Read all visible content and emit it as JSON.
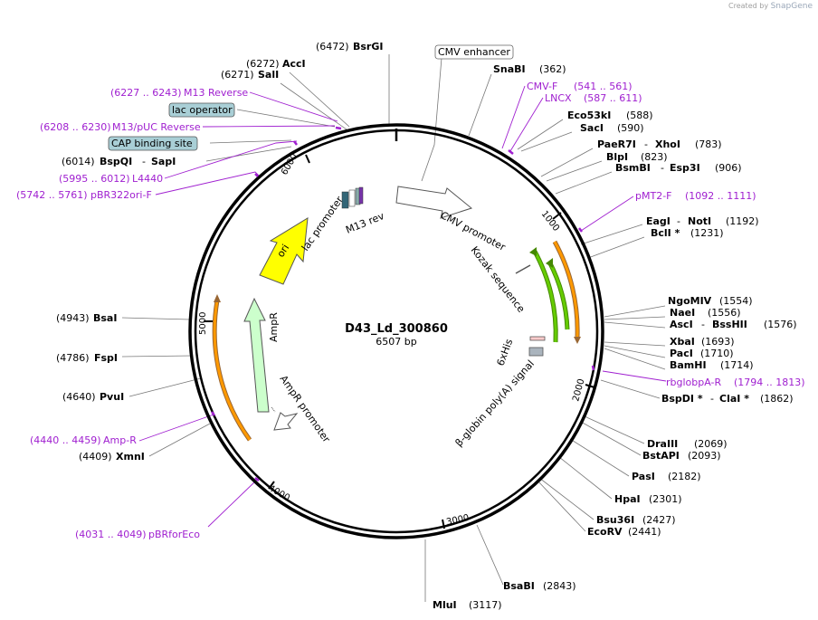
{
  "brand": {
    "created_by": "Created by",
    "name": "SnapGene"
  },
  "plasmid": {
    "name": "D43_Ld_300860",
    "size_label": "6507 bp"
  },
  "colors": {
    "primer": "#a020d0",
    "backbone": "#000000",
    "cmv_promoter": "#ffffff",
    "ori": "#ffff00",
    "ampr": "#ccffcc",
    "orf": "#ff9900",
    "kozak": "#66cc00"
  },
  "ticks": [
    "1000",
    "2000",
    "3000",
    "4000",
    "5000",
    "6000"
  ],
  "enzymes": [
    {
      "name": "BsrGI",
      "pos": "(6472)"
    },
    {
      "name": "AccI",
      "pos": "(6272)"
    },
    {
      "name": "SalI",
      "pos": "(6271)"
    },
    {
      "name": "SnaBI",
      "pos": "(362)"
    },
    {
      "name": "Eco53kI",
      "pos": "(588)"
    },
    {
      "name": "SacI",
      "pos": "(590)"
    },
    {
      "name": "PaeR7I",
      "name2": "XhoI",
      "pos": "(783)"
    },
    {
      "name": "BlpI",
      "pos": "(823)"
    },
    {
      "name": "BsmBI",
      "name2": "Esp3I",
      "pos": "(906)"
    },
    {
      "name": "EagI",
      "name2": "NotI",
      "pos": "(1192)"
    },
    {
      "name": "BclI *",
      "pos": "(1231)"
    },
    {
      "name": "NgoMIV",
      "pos": "(1554)"
    },
    {
      "name": "NaeI",
      "pos": "(1556)"
    },
    {
      "name": "AscI",
      "name2": "BssHII",
      "pos": "(1576)"
    },
    {
      "name": "XbaI",
      "pos": "(1693)"
    },
    {
      "name": "PacI",
      "pos": "(1710)"
    },
    {
      "name": "BamHI",
      "pos": "(1714)"
    },
    {
      "name": "BspDI *",
      "name2": "ClaI *",
      "pos": "(1862)"
    },
    {
      "name": "DraIII",
      "pos": "(2069)"
    },
    {
      "name": "BstAPI",
      "pos": "(2093)"
    },
    {
      "name": "PasI",
      "pos": "(2182)"
    },
    {
      "name": "HpaI",
      "pos": "(2301)"
    },
    {
      "name": "Bsu36I",
      "pos": "(2427)"
    },
    {
      "name": "EcoRV",
      "pos": "(2441)"
    },
    {
      "name": "BsaBI",
      "pos": "(2843)"
    },
    {
      "name": "MluI",
      "pos": "(3117)"
    },
    {
      "name": "BsaI",
      "pos": "(4943)"
    },
    {
      "name": "FspI",
      "pos": "(4786)"
    },
    {
      "name": "PvuI",
      "pos": "(4640)"
    },
    {
      "name": "XmnI",
      "pos": "(4409)"
    },
    {
      "name": "BspQI",
      "name2": "SapI",
      "pos": "(6014)"
    }
  ],
  "primers": [
    {
      "name": "M13 Reverse",
      "range": "(6227 .. 6243)"
    },
    {
      "name": "M13/pUC Reverse",
      "range": "(6208 .. 6230)"
    },
    {
      "name": "L4440",
      "range": "(5995 .. 6012)"
    },
    {
      "name": "pBR322ori-F",
      "range": "(5742 .. 5761)"
    },
    {
      "name": "CMV-F",
      "range": "(541 .. 561)"
    },
    {
      "name": "LNCX",
      "range": "(587 .. 611)"
    },
    {
      "name": "pMT2-F",
      "range": "(1092 .. 1111)"
    },
    {
      "name": "rbglobpA-R",
      "range": "(1794 .. 1813)"
    },
    {
      "name": "Amp-R",
      "range": "(4440 .. 4459)"
    },
    {
      "name": "pBRforEco",
      "range": "(4031 .. 4049)"
    }
  ],
  "boxes": {
    "cmv_enhancer": "CMV enhancer",
    "lac_operator": "lac operator",
    "cap_site": "CAP binding site"
  },
  "features": {
    "cmv_promoter": "CMV promoter",
    "kozak": "Kozak sequence",
    "his": "6xHis",
    "bglobin": "β-globin poly(A) signal",
    "lac_promoter": "lac promoter",
    "m13rev": "M13 rev",
    "ori": "ori",
    "ampr": "AmpR",
    "ampr_promoter": "AmpR promoter"
  }
}
